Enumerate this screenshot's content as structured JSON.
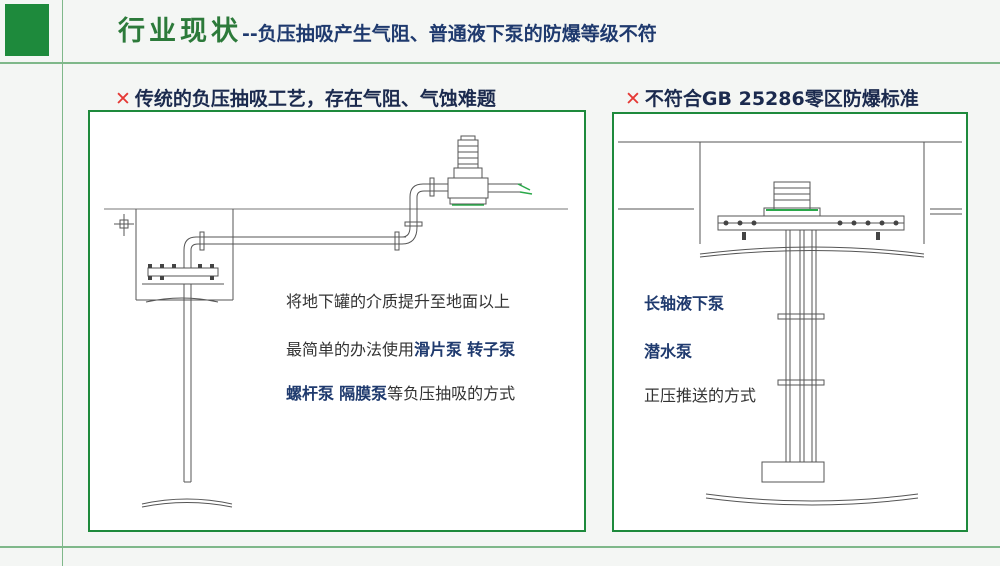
{
  "header": {
    "title_main": "行业现状",
    "title_sub": "--负压抽吸产生气阻、普通液下泵的防爆等级不符"
  },
  "left": {
    "heading_mark": "✕",
    "heading": "传统的负压抽吸工艺，存在气阻、气蚀难题",
    "line1": "将地下罐的介质提升至地面以上",
    "line2_prefix": "最简单的办法使用",
    "line2_bold1": "滑片泵",
    "line2_bold2": "转子泵",
    "line3_bold1": "螺杆泵",
    "line3_bold2": "隔膜泵",
    "line3_suffix": "等负压抽吸的方式"
  },
  "right": {
    "heading_mark": "✕",
    "heading": "不符合GB 25286零区防爆标准",
    "item1": "长轴液下泵",
    "item2": "潜水泵",
    "item3": "正压推送的方式"
  },
  "colors": {
    "accent_green": "#1e8a3c",
    "title_green": "#2c7a3a",
    "navy": "#1f3a6e",
    "cross_red": "#e53935"
  }
}
